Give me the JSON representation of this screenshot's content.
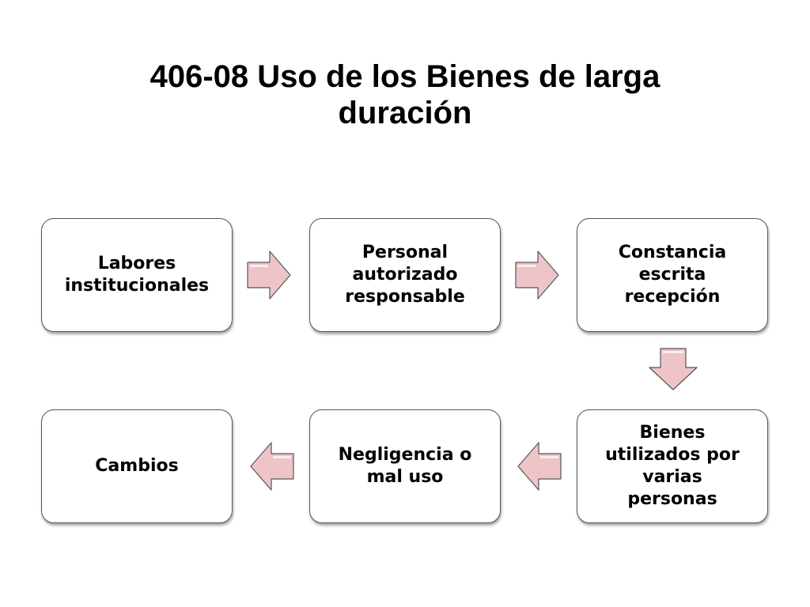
{
  "title": "406-08 Uso de los Bienes de larga\nduración",
  "colors": {
    "arrow_fill": "#eec4c8",
    "arrow_highlight": "#fdf2f3",
    "arrow_stroke": "#555555",
    "box_border": "#555555"
  },
  "steps": [
    {
      "label": "Labores\ninstitucionales"
    },
    {
      "label": "Personal\nautorizado\nresponsable"
    },
    {
      "label": "Constancia\nescrita\nrecepción"
    },
    {
      "label": "Bienes\nutilizados por\nvarias\npersonas"
    },
    {
      "label": "Negligencia o\nmal uso"
    },
    {
      "label": "Cambios"
    }
  ],
  "arrows": [
    {
      "from": 1,
      "to": 2,
      "direction": "right"
    },
    {
      "from": 2,
      "to": 3,
      "direction": "right"
    },
    {
      "from": 3,
      "to": 4,
      "direction": "down"
    },
    {
      "from": 4,
      "to": 5,
      "direction": "left"
    },
    {
      "from": 5,
      "to": 6,
      "direction": "left"
    }
  ]
}
